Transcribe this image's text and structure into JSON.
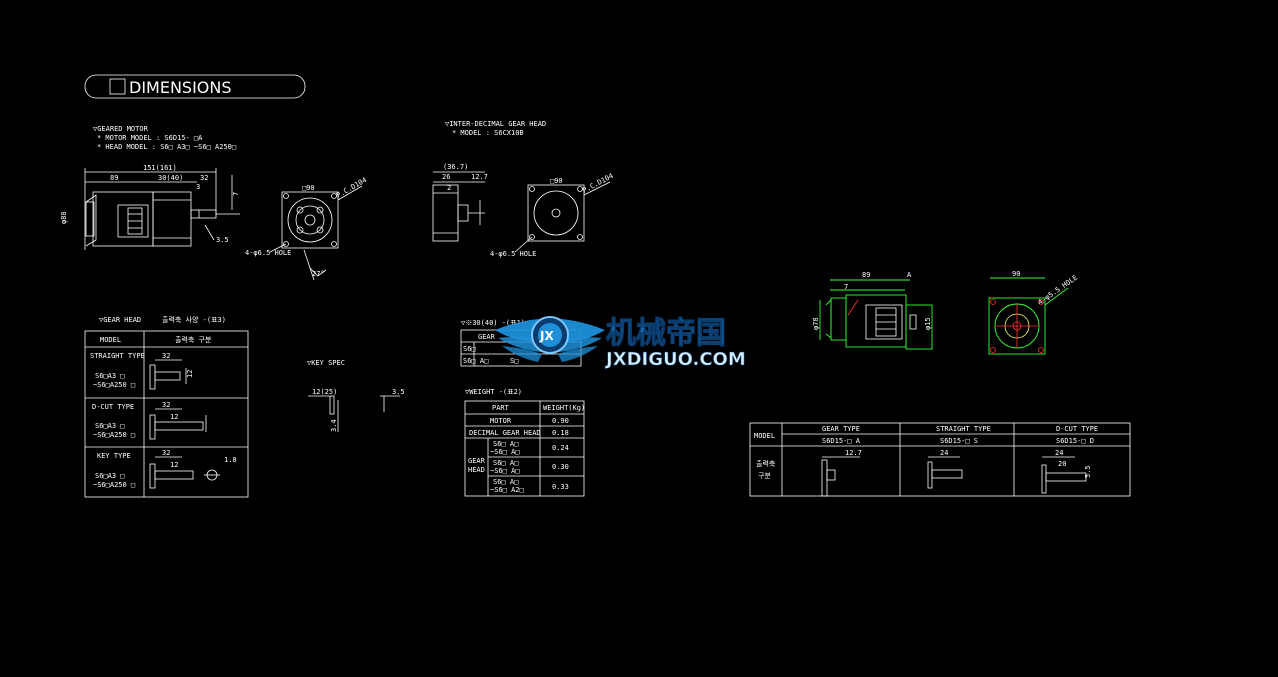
{
  "title": "DIMENSIONS",
  "geared_motor": {
    "heading": "▽GEARED MOTOR",
    "motor_model": "* MOTOR MODEL : S6D15- □A",
    "head_model": "* HEAD MODEL : S6□ A3□ ~S6□ A250□",
    "dims": {
      "total": "151(161)",
      "d89": "89",
      "d30": "30(40)",
      "d32": "32",
      "d3": "3",
      "d7": "7",
      "d3_5": "3.5",
      "dia88": "φ88",
      "sq90": "□90",
      "holes": "4-φ6.5 HOLE",
      "bolt": "P.C.D104",
      "ang": "27°"
    }
  },
  "deci_head": {
    "heading": "▽INTER-DECIMAL GEAR HEAD",
    "model": "* MODEL : S6CX10B",
    "dims": {
      "d36": "(36.7)",
      "d26": "26",
      "d12": "12.7",
      "d2": "2",
      "sq90": "□90",
      "holes": "4-φ6.5 HOLE",
      "pcd": "P.C.D104"
    }
  },
  "gear_head": {
    "heading": "▽GEAR HEAD",
    "note": "출력축 사양 -(표3)",
    "col_model": "MODEL",
    "col_shape": "출력축 구분",
    "rows": [
      {
        "type": "STRAIGHT TYPE",
        "m1": "S6□A3 □",
        "m2": "~S6□A250 □",
        "d1": "32",
        "d2": "12"
      },
      {
        "type": "D-CUT TYPE",
        "m1": "S6□A3 □",
        "m2": "~S6□A250 □",
        "d1": "32",
        "d2": "12"
      },
      {
        "type": "KEY TYPE",
        "m1": "S6□A3 □",
        "m2": "~S6□A250 □",
        "d1": "32",
        "d2": "12",
        "d3": "1.8"
      }
    ]
  },
  "key_spec": {
    "heading": "▽KEY SPEC",
    "d1": "12(25)",
    "d2": "3.5",
    "d3": "3.4"
  },
  "small_table": {
    "heading": "▽※30(40) -(표1)",
    "head": "GEAR",
    "r1": "S6□",
    "r2": "S6□ A□",
    "r2b": "S□"
  },
  "weight": {
    "heading": "▽WEIGHT -(표2)",
    "col_part": "PART",
    "col_weight": "WEIGHT(Kg)",
    "rows": [
      {
        "part": "MOTOR",
        "w": "0.90"
      },
      {
        "part": "DECIMAL GEAR HEAD",
        "w": "0.18"
      },
      {
        "group": "GEAR",
        "sub": "S6□ A□",
        "sub2": "~S6□ A□",
        "w": "0.24"
      },
      {
        "group": "HEAD",
        "sub": "S6□ A□",
        "sub2": "~S6□ A□",
        "w": "0.30"
      },
      {
        "sub": "S6□ A□",
        "sub2": "~S6□ A2□",
        "w": "0.33"
      }
    ]
  },
  "side_view": {
    "d89": "89",
    "dA": "A",
    "d7": "7",
    "dia_l": "φ78",
    "dia_r": "φ15",
    "sq90": "90",
    "holes": "4-φ5.5 HOLE"
  },
  "right_table": {
    "col_model": "MODEL",
    "col_gear": "GEAR TYPE",
    "col_straight": "STRAIGHT TYPE",
    "col_dcut": "D-CUT TYPE",
    "m_gear": "S6D15-□ A",
    "m_straight": "S6D15-□ S",
    "m_dcut": "S6D15-□ D",
    "row_label1": "출력축",
    "row_label2": "구분",
    "g_dim": "12.7",
    "s_dim": "24",
    "d_dim1": "24",
    "d_dim2": "20",
    "d_dim3": "5.5"
  },
  "watermark": {
    "cn": "机械帝国",
    "en": "JXDIGUO.COM",
    "badge": "JX"
  },
  "colors": {
    "background": "#000000",
    "line": "#ffffff",
    "green": "#33ff33",
    "red": "#ff3333",
    "watermark": "#1e8fd8"
  }
}
